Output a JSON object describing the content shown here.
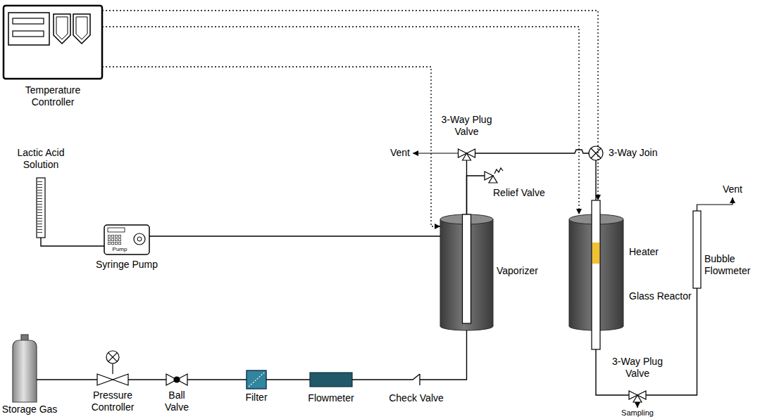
{
  "diagram": {
    "nodes": [
      {
        "text": [
          "Temperature Controller"
        ]
      },
      {
        "text": [
          "Lactic Acid Solution"
        ]
      },
      {
        "text": [
          "Pump",
          "Syringe Pump"
        ]
      },
      {
        "text": [
          "Storage Gas"
        ]
      },
      {
        "text": [
          "Pressure Controller"
        ]
      },
      {
        "text": [
          "Ball Valve"
        ]
      },
      {
        "text": [
          "Filter"
        ]
      },
      {
        "text": [
          "Flowmeter"
        ]
      },
      {
        "text": [
          "Check Valve"
        ]
      },
      {
        "text": [
          "Vaporizer"
        ]
      },
      {
        "text": [
          "Relief Valve"
        ]
      },
      {
        "text": [
          "3-Way Plug Valve"
        ]
      },
      {
        "text": [
          "3-Way Join"
        ]
      },
      {
        "text": [
          "Heater"
        ]
      },
      {
        "text": [
          "Glass Reactor"
        ],
        "in": 13
      },
      {
        "text": [
          "3-Way Plug Valve"
        ]
      },
      {
        "text": [
          "Bubble Flowmeter"
        ]
      }
    ],
    "edges": [
      {
        "from": 1,
        "to": 2,
        "arrow": "none"
      },
      {
        "from": 2,
        "to": 9,
        "arrow": "none"
      },
      {
        "from": 3,
        "to": 4,
        "arrow": "none"
      },
      {
        "from": 4,
        "to": 5,
        "arrow": "none"
      },
      {
        "from": 5,
        "to": 6,
        "arrow": "none"
      },
      {
        "from": 6,
        "to": 7,
        "arrow": "none"
      },
      {
        "from": 7,
        "to": 8,
        "arrow": "none"
      },
      {
        "from": 8,
        "to": 9,
        "arrow": "none"
      },
      {
        "from": 9,
        "to": 11,
        "arrow": "none"
      },
      {
        "from": 9,
        "to": 10,
        "arrow": "none"
      },
      {
        "from": 11,
        "to": 12,
        "arrow": "none"
      },
      {
        "from": 12,
        "to": 14,
        "arrow": "none"
      },
      {
        "from": 14,
        "to": 15,
        "arrow": "none"
      },
      {
        "from": 15,
        "to": 16,
        "arrow": "none"
      },
      {
        "from": 0,
        "to": 9,
        "arrow": "to"
      },
      {
        "from": 0,
        "to": 13,
        "arrow": "to"
      },
      {
        "from": 0,
        "to": 14,
        "arrow": "to"
      }
    ],
    "labels": [
      "Vent",
      "Vent",
      "Sampling"
    ]
  }
}
